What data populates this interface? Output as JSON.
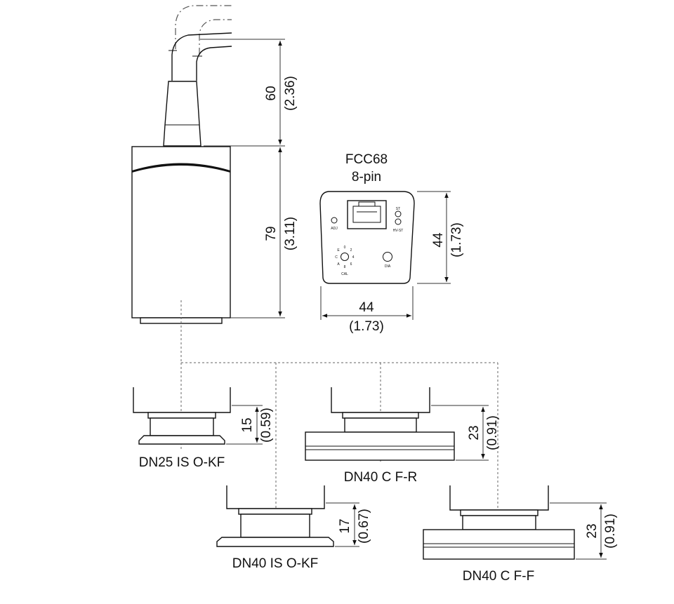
{
  "connector": {
    "title": "FCC68",
    "subtitle": "8-pin"
  },
  "dimensions": {
    "cable_height": {
      "mm": "60",
      "inch": "(2.36)"
    },
    "body_height": {
      "mm": "79",
      "inch": "(3.11)"
    },
    "face_height": {
      "mm": "44",
      "inch": "(1.73)"
    },
    "face_width": {
      "mm": "44",
      "inch": "(1.73)"
    },
    "dn25_kf": {
      "mm": "15",
      "inch": "(0.59)"
    },
    "dn40_kf": {
      "mm": "17",
      "inch": "(0.67)"
    },
    "dn40_cfr": {
      "mm": "23",
      "inch": "(0.91)"
    },
    "dn40_cff": {
      "mm": "23",
      "inch": "(0.91)"
    }
  },
  "flanges": {
    "dn25_kf": "DN25 IS O-KF",
    "dn40_kf": "DN40 IS O-KF",
    "dn40_cfr": "DN40 C F-R",
    "dn40_cff": "DN40 C F-F"
  },
  "panel_labels": {
    "adj": "ADJ",
    "st": "ST",
    "hvst": "HV-ST",
    "dia": "DIA",
    "cal": "CAL",
    "dial": [
      "0",
      "2",
      "4",
      "6",
      "8",
      "A",
      "C",
      "E"
    ]
  }
}
